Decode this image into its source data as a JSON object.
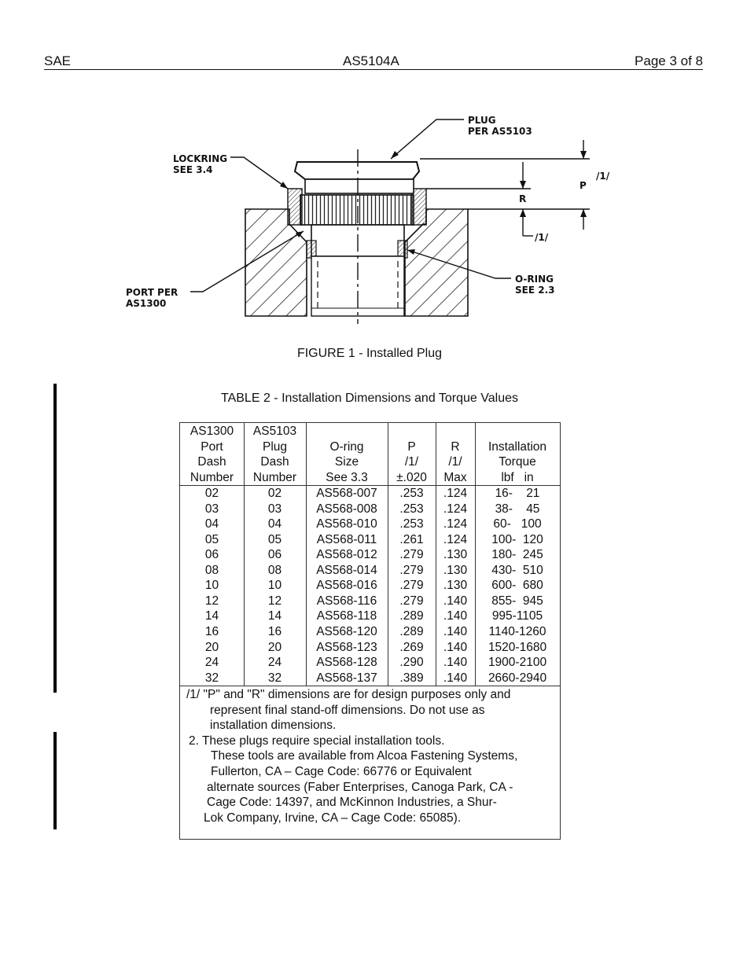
{
  "header": {
    "left": "SAE",
    "center": "AS5104A",
    "right": "Page 3 of 8"
  },
  "figure": {
    "labels": {
      "plug": [
        "PLUG",
        "PER AS5103"
      ],
      "lockring": [
        "LOCKRING",
        "SEE 3.4"
      ],
      "port": [
        "PORT PER",
        "AS1300"
      ],
      "oring": [
        "O-RING",
        "SEE 2.3"
      ],
      "p": "P",
      "r": "R",
      "note_ref": "/1/"
    },
    "caption": "FIGURE 1 - Installed Plug"
  },
  "table": {
    "caption": "TABLE 2 - Installation Dimensions and Torque Values",
    "headers": [
      [
        "AS1300",
        "Port",
        "Dash",
        "Number"
      ],
      [
        "AS5103",
        "Plug",
        "Dash",
        "Number"
      ],
      [
        "O-ring",
        "Size",
        "See 3.3"
      ],
      [
        "P",
        "/1/",
        "±.020"
      ],
      [
        "R",
        "/1/",
        "Max"
      ],
      [
        "Installation",
        "Torque",
        "lbf   in"
      ]
    ],
    "rows": [
      [
        "02",
        "02",
        "AS568-007",
        ".253",
        ".124",
        "16-    21"
      ],
      [
        "03",
        "03",
        "AS568-008",
        ".253",
        ".124",
        "38-    45"
      ],
      [
        "04",
        "04",
        "AS568-010",
        ".253",
        ".124",
        "60-   100"
      ],
      [
        "05",
        "05",
        "AS568-011",
        ".261",
        ".124",
        "100-  120"
      ],
      [
        "06",
        "06",
        "AS568-012",
        ".279",
        ".130",
        "180-  245"
      ],
      [
        "08",
        "08",
        "AS568-014",
        ".279",
        ".130",
        "430-  510"
      ],
      [
        "10",
        "10",
        "AS568-016",
        ".279",
        ".130",
        "600-  680"
      ],
      [
        "12",
        "12",
        "AS568-116",
        ".279",
        ".140",
        "855-  945"
      ],
      [
        "14",
        "14",
        "AS568-118",
        ".289",
        ".140",
        "995-1105"
      ],
      [
        "16",
        "16",
        "AS568-120",
        ".289",
        ".140",
        "1140-1260"
      ],
      [
        "20",
        "20",
        "AS568-123",
        ".269",
        ".140",
        "1520-1680"
      ],
      [
        "24",
        "24",
        "AS568-128",
        ".290",
        ".140",
        "1900-2100"
      ],
      [
        "32",
        "32",
        "AS568-137",
        ".389",
        ".140",
        "2660-2940"
      ]
    ],
    "notes": [
      "/1/  \"P\" and \"R\" dimensions are for design purposes only and",
      "represent final stand-off dimensions.  Do not use as",
      "installation dimensions.",
      "2.  These plugs require special installation tools.",
      "These tools are available from Alcoa Fastening Systems,",
      "Fullerton, CA – Cage Code: 66776 or Equivalent",
      "alternate sources (Faber Enterprises, Canoga Park, CA -",
      "Cage Code: 14397, and McKinnon Industries, a Shur-",
      "Lok Company, Irvine, CA – Cage Code: 65085)."
    ]
  }
}
